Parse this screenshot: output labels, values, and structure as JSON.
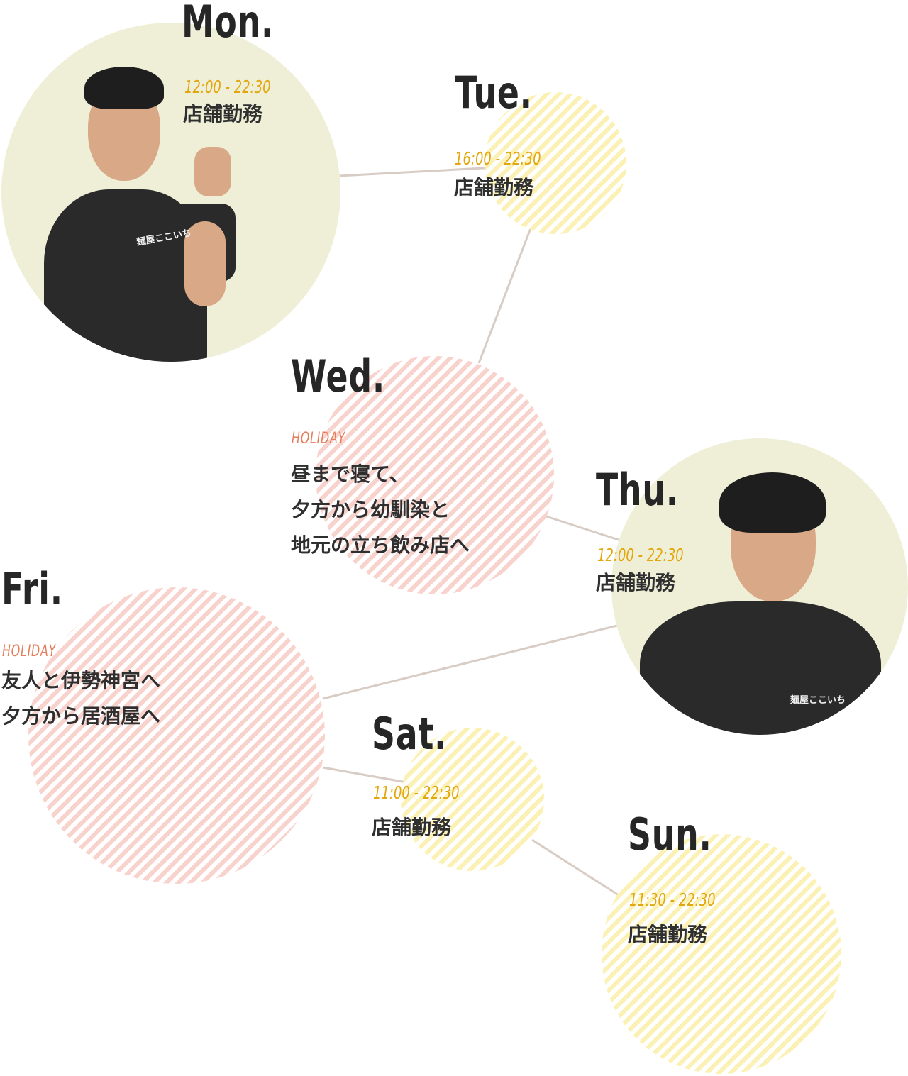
{
  "days": {
    "mon": {
      "label": "Mon.",
      "time": "12:00 - 22:30",
      "desc": "店舗勤務"
    },
    "tue": {
      "label": "Tue.",
      "time": "16:00 - 22:30",
      "desc": "店舗勤務"
    },
    "wed": {
      "label": "Wed.",
      "tag": "HOLIDAY",
      "desc_lines": [
        "昼まで寝て、",
        "夕方から幼馴染と",
        "地元の立ち飲み店へ"
      ]
    },
    "thu": {
      "label": "Thu.",
      "time": "12:00 - 22:30",
      "desc": "店舗勤務"
    },
    "fri": {
      "label": "Fri.",
      "tag": "HOLIDAY",
      "desc_lines": [
        "友人と伊勢神宮へ",
        "夕方から居酒屋へ"
      ]
    },
    "sat": {
      "label": "Sat.",
      "time": "11:00 - 22:30",
      "desc": "店舗勤務"
    },
    "sun": {
      "label": "Sun.",
      "time": "11:30 - 22:30",
      "desc": "店舗勤務"
    }
  },
  "shirt_logo": "麺屋ここいち",
  "colors": {
    "day_label": "#262626",
    "time": "#e2a70d",
    "holiday": "#e57c5a",
    "stripe_yellow": "#fbf1b4",
    "stripe_pink": "#f8d3cd",
    "link_line": "#d8ccc4"
  }
}
